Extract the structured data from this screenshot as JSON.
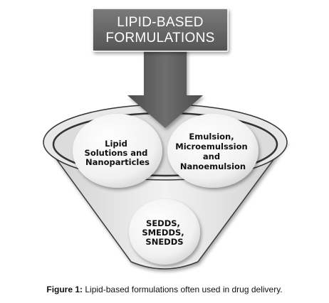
{
  "title_box": {
    "line1": "LIPID-BASED",
    "line2": "FORMULATIONS"
  },
  "bubbles": {
    "left": [
      "Lipid",
      "Solutions and",
      "Nanoparticles"
    ],
    "right": [
      "Emulsion,",
      "Microemulssion",
      "and",
      "Nanoemulsion"
    ],
    "bottom": [
      "SEDDS,",
      "SMEDDS,",
      "SNEDDS"
    ]
  },
  "caption": {
    "label": "Figure 1:",
    "text": " Lipid-based formulations often used in drug delivery."
  },
  "colors": {
    "box": "#686868",
    "arrow": "#5f5f5f",
    "funnel": "#e4e4e4"
  }
}
